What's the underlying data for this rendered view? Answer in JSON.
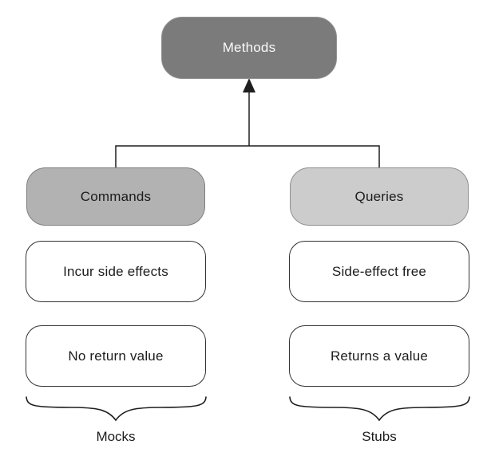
{
  "diagram": {
    "root": {
      "label": "Methods"
    },
    "branches": [
      {
        "label": "Commands",
        "traits": [
          "Incur side effects",
          "No return value"
        ],
        "group": "Mocks"
      },
      {
        "label": "Queries",
        "traits": [
          "Side-effect free",
          "Returns a value"
        ],
        "group": "Stubs"
      }
    ]
  },
  "colors": {
    "canvas-bg": "#ffffff",
    "root-fill": "#7b7b7b",
    "root-border": "#929292",
    "root-text": "#fafafa",
    "commands-fill": "#b2b2b2",
    "commands-border": "#7f7f7f",
    "queries-fill": "#cccccc",
    "queries-border": "#8f8f8f",
    "leaf-fill": "#ffffff",
    "leaf-border": "#333333",
    "line-color": "#1f1f1f",
    "text-color": "#1c1c1c"
  }
}
